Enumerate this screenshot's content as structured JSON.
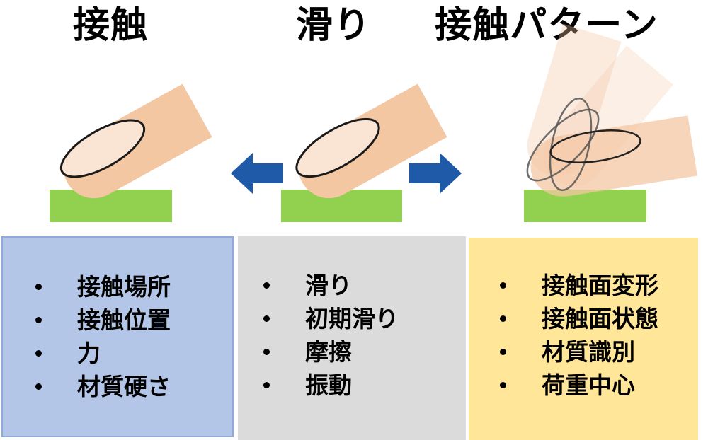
{
  "titles": [
    {
      "label": "接触"
    },
    {
      "label": "滑り"
    },
    {
      "label": "接触パターン"
    }
  ],
  "boxes": [
    {
      "items": [
        "接触場所",
        "接触位置",
        "力",
        "材質硬さ"
      ]
    },
    {
      "items": [
        "滑り",
        "初期滑り",
        "摩擦",
        "振動"
      ]
    },
    {
      "items": [
        "接触面変形",
        "接触面状態",
        "材質識別",
        "荷重中心"
      ]
    }
  ],
  "colors": {
    "green": "#92D050",
    "skin": "#F4C7A3",
    "nail_fill": "#FAE5D5",
    "nail_stroke": "#1A1A1A",
    "arrow": "#1F5AA8",
    "pattern_ellipse_stroke": "#555555",
    "pattern_ellipse_dark": "#222222",
    "box_blue_fill": "#B4C6E7",
    "box_blue_border": "#8EA9DB",
    "box_gray_fill": "#DBDBDB",
    "box_yellow_fill": "#FFE699",
    "text": "#000000"
  }
}
